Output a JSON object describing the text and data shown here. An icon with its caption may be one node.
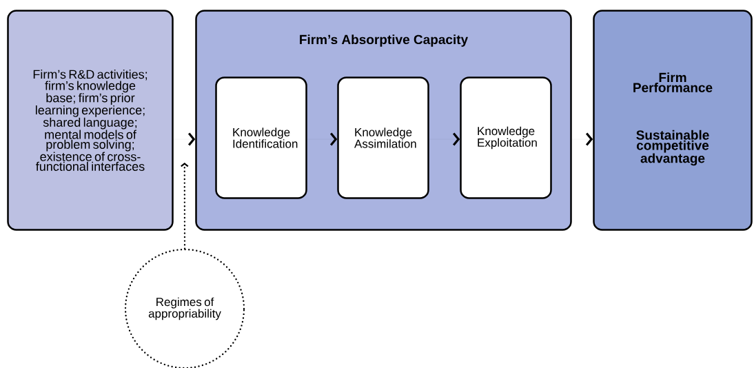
{
  "diagram": {
    "nodes": [
      {
        "text": [
          "Firm’s R&D activities; firm’s knowledge base; firm’s prior learning experience; shared language; mental models of problem solving; existence of cross-functional interfaces"
        ]
      },
      {
        "text": [
          "Firm’s Absorptive Capacity"
        ]
      },
      {
        "text": [
          "Knowledge Identification"
        ],
        "in": 1
      },
      {
        "text": [
          "Knowledge Assimilation"
        ],
        "in": 1
      },
      {
        "text": [
          "Knowledge Exploitation"
        ],
        "in": 1
      },
      {
        "text": [
          "Firm Performance",
          "Sustainable competitive advantage"
        ]
      },
      {
        "text": [
          "Regimes of appropriability"
        ]
      }
    ],
    "edges": [
      {
        "from": 0,
        "to": 1,
        "arrow": "to"
      },
      {
        "from": 2,
        "to": 3,
        "arrow": "to"
      },
      {
        "from": 3,
        "to": 4,
        "arrow": "to"
      },
      {
        "from": 1,
        "to": 5,
        "arrow": "to"
      },
      {
        "from": 6,
        "to": 0,
        "arrow": "to",
        "style": "dashed"
      }
    ]
  }
}
